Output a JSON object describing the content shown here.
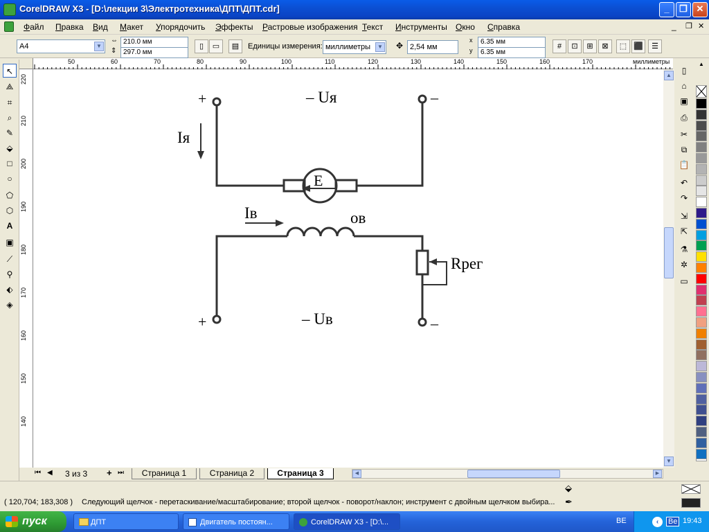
{
  "window": {
    "title": "CorelDRAW X3 - [D:\\лекции 3\\Электротехника\\ДПТ\\ДПТ.cdr]",
    "buttons": {
      "minimize": "_",
      "maximize": "❐",
      "close": "✕"
    }
  },
  "menu": [
    {
      "label": "Файл",
      "key": "Ф"
    },
    {
      "label": "Правка",
      "key": "П"
    },
    {
      "label": "Вид",
      "key": "В"
    },
    {
      "label": "Макет",
      "key": "М"
    },
    {
      "label": "Упорядочить",
      "key": "У"
    },
    {
      "label": "Эффекты",
      "key": "Э"
    },
    {
      "label": "Растровые изображения",
      "key": "Р"
    },
    {
      "label": "Текст",
      "key": "Т"
    },
    {
      "label": "Инструменты",
      "key": "И"
    },
    {
      "label": "Окно",
      "key": "О"
    },
    {
      "label": "Справка",
      "key": "С"
    }
  ],
  "property_bar": {
    "paper_size": "A4",
    "width": "210.0 мм",
    "height": "297.0 мм",
    "units_label": "Единицы измерения:",
    "units_value": "миллиметры",
    "nudge": "2,54 мм",
    "dup_x": "6.35 мм",
    "dup_y": "6.35 мм"
  },
  "ruler": {
    "unit_label": "миллиметры",
    "h_ticks": [
      "50",
      "60",
      "70",
      "80",
      "90",
      "100",
      "110",
      "120",
      "130",
      "140",
      "150",
      "160",
      "170"
    ],
    "v_ticks": [
      "220",
      "210",
      "200",
      "190",
      "180",
      "170",
      "160",
      "150",
      "140"
    ]
  },
  "drawing": {
    "plus_top": "+",
    "minus_top": "–",
    "u_armature": "– Uя",
    "i_armature": "Iя",
    "emf": "E",
    "i_field": "Iв",
    "field_winding": "ов",
    "r_reg": "Rрег",
    "plus_bottom": "+",
    "minus_bottom": "–",
    "u_field": "– Uв"
  },
  "page_nav": {
    "counter": "3 из 3",
    "tabs": [
      "Страница 1",
      "Страница 2",
      "Страница 3"
    ],
    "active_tab": "Страница 3"
  },
  "status": {
    "coords": "( 120,704; 183,308 )",
    "hint": "Следующий щелчок - перетаскивание/масштабирование; второй щелчок - поворот/наклон; инструмент с двойным щелчком выбира..."
  },
  "palette": [
    "#ffffff",
    "#000000",
    "#333333",
    "#4d4d4d",
    "#666666",
    "#808080",
    "#999999",
    "#b3b3b3",
    "#cccccc",
    "#e5e5e5",
    "#ffffff",
    "#2e1a8a",
    "#0050d0",
    "#00a0e0",
    "#00a050",
    "#ffe000",
    "#ff8000",
    "#ff0000",
    "#e0306e",
    "#c04050",
    "#ff7090",
    "#f0a080",
    "#f08000",
    "#a06030",
    "#907060",
    "#bcb8d8",
    "#8890c0",
    "#6070b8",
    "#5060a0",
    "#405090",
    "#304080",
    "#506080",
    "#3060a0",
    "#1070c0"
  ],
  "taskbar": {
    "start": "пуск",
    "tasks": [
      "ДПТ",
      "Двигатель постоян...",
      "CorelDRAW X3 - [D:\\..."
    ],
    "lang": "ВЕ",
    "clock": "19:43"
  }
}
